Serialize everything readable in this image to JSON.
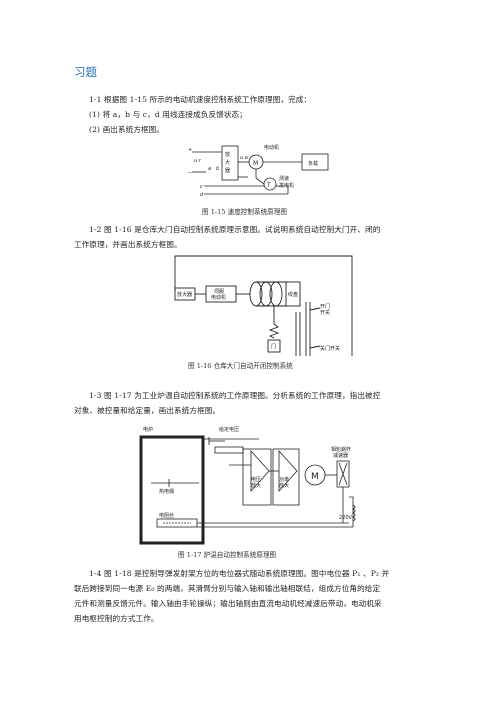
{
  "heading": "习题",
  "q1": {
    "line1": "1-1  根据图 1-15 所示的电动机速度控制系统工作原理图，完成：",
    "line2": "(1)  将 a，b 与 c，d 用线连接成负反馈状态；",
    "line3": "(2)  画出系统方框图。",
    "caption": "图 1-15 速度控制系统原理图",
    "fig": {
      "amp": [
        "放",
        "大",
        "器"
      ],
      "motor": "M",
      "load": "负载",
      "tach": "T",
      "label_motor": "电动机",
      "label_tach": "测速\n发电机",
      "ur": "u r",
      "ua": "u a",
      "a": "a",
      "b": "b",
      "c": "c",
      "d": "d",
      "plus": "+",
      "minus": "−"
    }
  },
  "q2": {
    "line1": "1-2  图 1-16 是仓库大门自动控制系统原理示意图。试说明系统自动控制大门开、闭的",
    "line2": "工作原理，并画出系统方框图。",
    "caption": "图 1-16   仓库大门自动开闭控制系统",
    "fig": {
      "amp": "放大器",
      "motor": [
        "伺服",
        "电动机"
      ],
      "drum": "绞盘",
      "door": "门",
      "open_switch": [
        "开门",
        "开关"
      ],
      "close_switch": "关门开关"
    }
  },
  "q3": {
    "line1": "1-3  图 1-17 为工业炉温自动控制系统的工作原理图。分析系统的工作原理，指出被控",
    "line2": "对象、被控量和给定量，画出系统方框图。",
    "caption": "图 1-17   炉温自动控制系统原理图",
    "fig": {
      "furnace": "电炉",
      "setv": "给定电压",
      "thermo": "热电偶",
      "heater": "电阻丝",
      "volt_amp": [
        "电压",
        "放大"
      ],
      "power_amp": [
        "功率",
        "放大"
      ],
      "motor": "M",
      "reducer": [
        "相轮蜗杆",
        "减速器"
      ],
      "v220": "220V"
    }
  },
  "q4": {
    "line1": "1-4  图 1-18 是控制导弹发射架方位的电位器式随动系统原理图。图中电位器 P₁ 、P₂ 并",
    "line2": "联后跨接到同一电源 E₀ 的两端，其滑臂分别与输入轴和输出轴相联结，组成方位角的给定",
    "line3": "元件和测量反馈元件。输入轴由手轮操纵；输出轴则由直流电动机经减速后带动，电动机采",
    "line4": "用电枢控制的方式工作。"
  }
}
